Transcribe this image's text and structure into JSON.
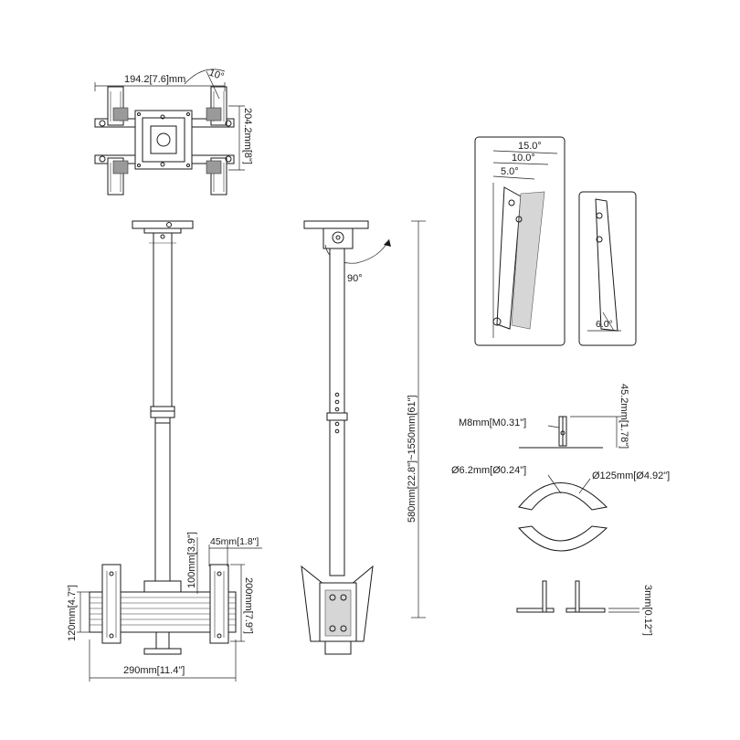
{
  "dimensions": {
    "plate_width": "194.2[7.6]mm",
    "plate_height": "204.2mm[8\"]",
    "plate_tilt": "10°",
    "swivel": "90°",
    "pole_length": "580mm[22.8\"]~1550mm[61\"]",
    "height_100": "100mm[3.9\"]",
    "width_45": "45mm[1.8\"]",
    "height_200": "200mm[7.9\"]",
    "height_120": "120mm[4.7\"]",
    "width_290": "290mm[11.4\"]",
    "tilt_15": "15.0°",
    "tilt_10": "10.0°",
    "tilt_5": "5.0°",
    "tilt_6": "6.0°",
    "bolt_m8": "M8mm[M0.31\"]",
    "height_45": "45.2mm[1.78\"]",
    "hole_6": "Ø6.2mm[Ø0.24\"]",
    "dia_125": "Ø125mm[Ø4.92\"]",
    "thick_3": "3mm[0.12\"]"
  }
}
